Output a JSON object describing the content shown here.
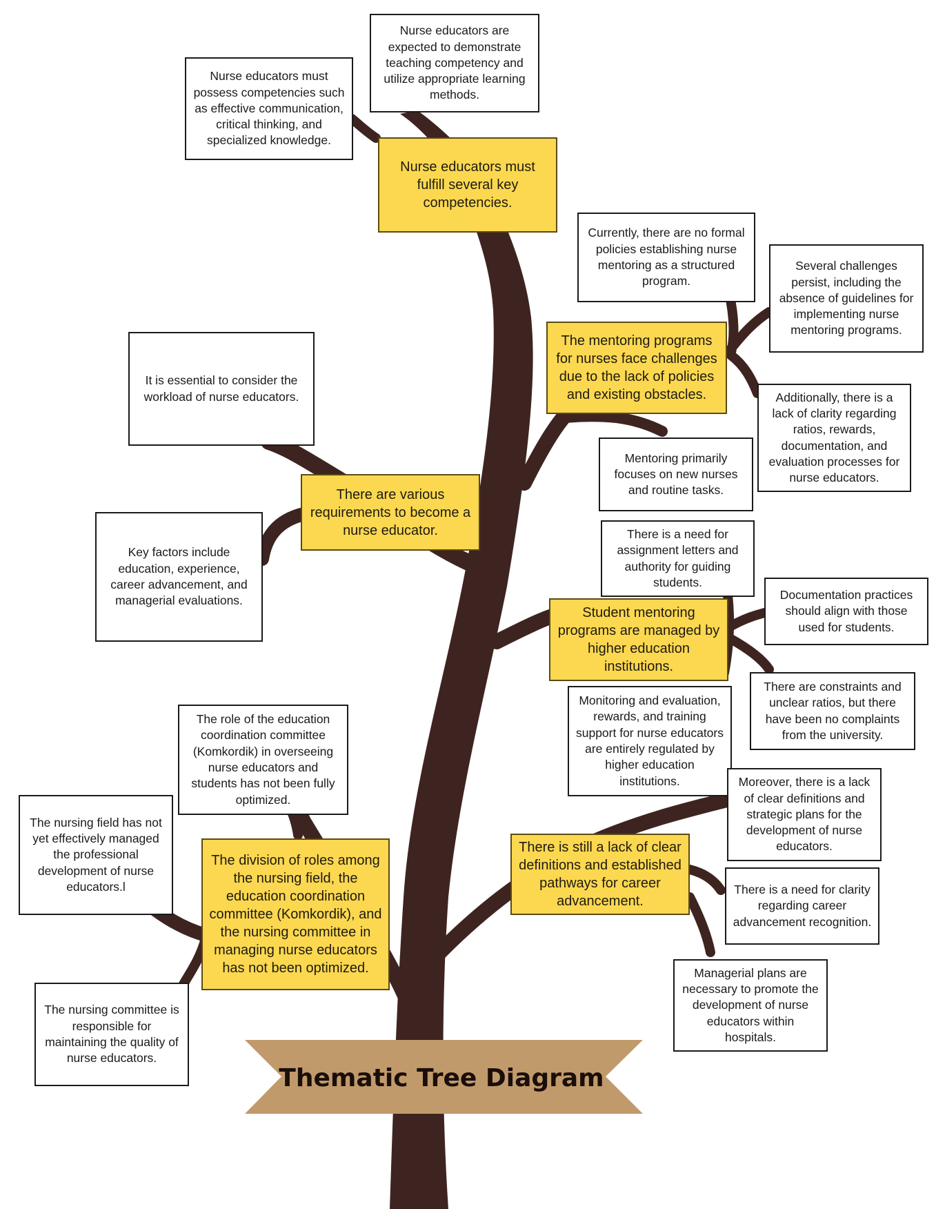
{
  "title": "Thematic Tree Diagram",
  "colors": {
    "trunk": "#3e2420",
    "theme_box": "#fbd850",
    "banner": "#c19a6b"
  },
  "themes": {
    "competencies": {
      "label": "Nurse educators must fulfill several key competencies.",
      "details": [
        "Nurse educators must possess competencies such as effective communication, critical thinking, and specialized knowledge.",
        "Nurse educators are expected to demonstrate teaching competency and utilize appropriate learning methods."
      ]
    },
    "mentoring": {
      "label": "The mentoring programs for nurses face challenges due to the lack of policies and existing obstacles.",
      "details": [
        "Currently, there are no formal policies establishing nurse mentoring as a structured program.",
        "Several challenges persist, including the absence of guidelines for implementing nurse mentoring programs.",
        "Additionally, there is a lack of clarity regarding ratios, rewards, documentation, and evaluation processes for nurse educators.",
        "Mentoring primarily focuses on new nurses and routine tasks."
      ]
    },
    "requirements": {
      "label": "There are various requirements to become a nurse educator.",
      "details": [
        "It is essential to consider the workload of nurse educators.",
        "Key factors include education, experience, career advancement, and managerial evaluations."
      ]
    },
    "student_mentoring": {
      "label": "Student mentoring programs are managed by higher education institutions.",
      "details": [
        "There is a need for assignment letters and authority for guiding students.",
        "Documentation practices should align with those used for students.",
        "There are constraints and unclear ratios, but there have been no complaints from the university.",
        "Monitoring and evaluation, rewards, and training support for nurse educators are entirely regulated by higher education institutions."
      ]
    },
    "division_of_roles": {
      "label": "The division of roles among the nursing field, the education coordination committee (Komkordik), and the nursing committee in managing nurse educators has not been optimized.",
      "details": [
        "The role of the education coordination committee (Komkordik) in overseeing nurse educators and students has not been fully optimized.",
        "The nursing field has not yet effectively managed the professional development of nurse educators.l",
        "The nursing committee is responsible for maintaining the quality of nurse educators."
      ]
    },
    "career": {
      "label": "There is still a lack of clear definitions and established pathways for career advancement.",
      "details": [
        "Moreover, there is a lack of clear definitions and strategic plans for the development of nurse educators.",
        "There is a need for clarity regarding career advancement recognition.",
        "Managerial plans are necessary to promote the development of nurse educators within hospitals."
      ]
    }
  }
}
